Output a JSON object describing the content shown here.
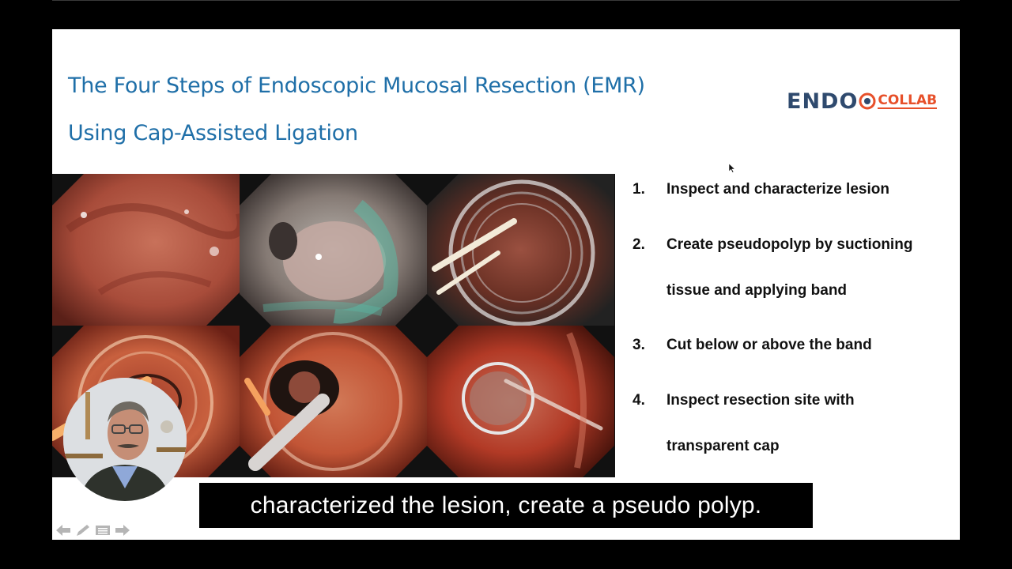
{
  "slide": {
    "title_line_1": "The Four Steps of Endoscopic Mucosal Resection (EMR)",
    "title_line_2": "Using Cap-Assisted Ligation",
    "logo": {
      "word_1": "ENDO",
      "word_2": "COLLAB",
      "brand_dark": "#2f4a6e",
      "brand_orange": "#e7502a"
    },
    "title_color": "#1f6fa8",
    "steps": [
      {
        "number": "1.",
        "lines": [
          "Inspect and characterize lesion"
        ]
      },
      {
        "number": "2.",
        "lines": [
          "Create pseudopolyp by suctioning",
          "tissue and applying band"
        ]
      },
      {
        "number": "3.",
        "lines": [
          "Cut below or above the band"
        ]
      },
      {
        "number": "4.",
        "lines": [
          "Inspect resection site with",
          "transparent cap"
        ]
      }
    ]
  },
  "images": [
    {
      "name": "endoscopic-image-inspect",
      "icon": "endoscopy-photo"
    },
    {
      "name": "endoscopic-image-lesion-blue",
      "icon": "endoscopy-photo"
    },
    {
      "name": "endoscopic-image-cap-snare",
      "icon": "endoscopy-photo"
    },
    {
      "name": "endoscopic-image-band-snare",
      "icon": "endoscopy-photo"
    },
    {
      "name": "endoscopic-image-pseudopolyp",
      "icon": "endoscopy-photo"
    },
    {
      "name": "endoscopic-image-resection-site",
      "icon": "endoscopy-photo"
    }
  ],
  "webcam": {
    "icon": "presenter-video"
  },
  "navigation": {
    "icons": [
      "back-arrow-icon",
      "pen-icon",
      "menu-icon",
      "forward-arrow-icon"
    ]
  },
  "caption": {
    "text": "characterized the lesion, create a pseudo polyp."
  }
}
